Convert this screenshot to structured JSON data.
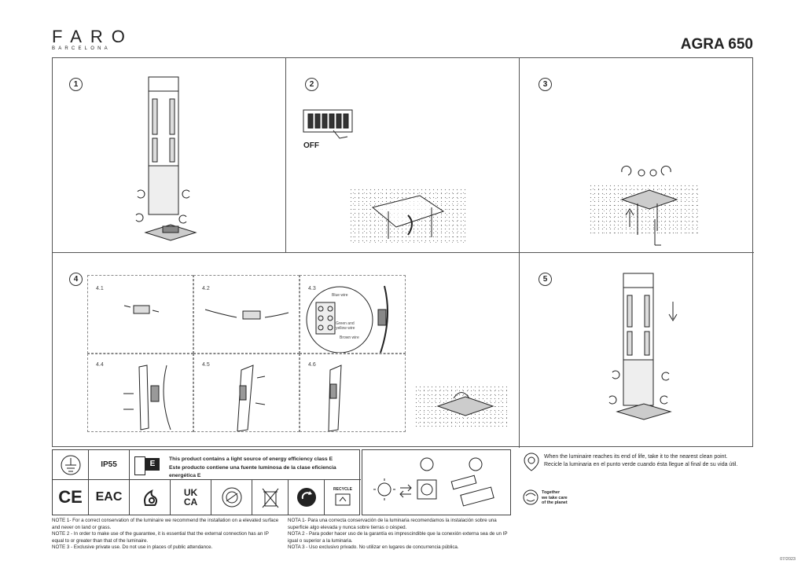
{
  "brand": {
    "name": "FARO",
    "sub": "BARCELONA"
  },
  "model": "AGRA 650",
  "steps": [
    {
      "num": "1"
    },
    {
      "num": "2",
      "off_label": "OFF"
    },
    {
      "num": "3"
    },
    {
      "num": "4"
    },
    {
      "num": "5"
    }
  ],
  "substeps": [
    "4.1",
    "4.2",
    "4.3",
    "4.4",
    "4.5",
    "4.6"
  ],
  "wires": {
    "blue": "Blue wire",
    "green": "Green and yellow wire",
    "brown": "Brown wire"
  },
  "ip_rating": "IP55",
  "energy": {
    "class": "E",
    "en": "This product contains a light source of energy efficiency class E",
    "es": "Este producto contiene una fuente luminosa de la clase eficiencia energética E"
  },
  "marks": {
    "ce": "CE",
    "eac": "EAC",
    "ukca": [
      "UK",
      "CA"
    ],
    "recycle": "RECYCLE"
  },
  "recycling": {
    "en": "When the luminaire reaches its end of life, take it to the nearest clean point.",
    "es": "Recicle la luminaria en el punto verde cuando ésta llegue al final de su vida útil.",
    "together": [
      "Together",
      "we take care",
      "of the planet"
    ]
  },
  "notes_en": [
    "NOTE 1- For a correct conservation of the luminaire we recommend the installation on a elevated surface and never on land or grass.",
    "NOTE 2 - In order to make use of the guarantee, it is essential that the external connection has an IP equal to or greater than that of the luminaire.",
    "NOTE 3 - Exclusive private use. Do not use in places of public attendance."
  ],
  "notes_es": [
    "NOTA 1- Para una correcta conservación de la luminaria recomendamos la instalación sobre una superficie algo elevada y nunca sobre tierras o césped.",
    "NOTA 2 - Para poder hacer uso de la garantía es imprescindible que la conexión externa sea de un IP igual o superior a la luminaria.",
    "NOTA 3 - Uso exclusivo privado. No utilizar en lugares de concurrencia pública."
  ],
  "date": "07/2023"
}
